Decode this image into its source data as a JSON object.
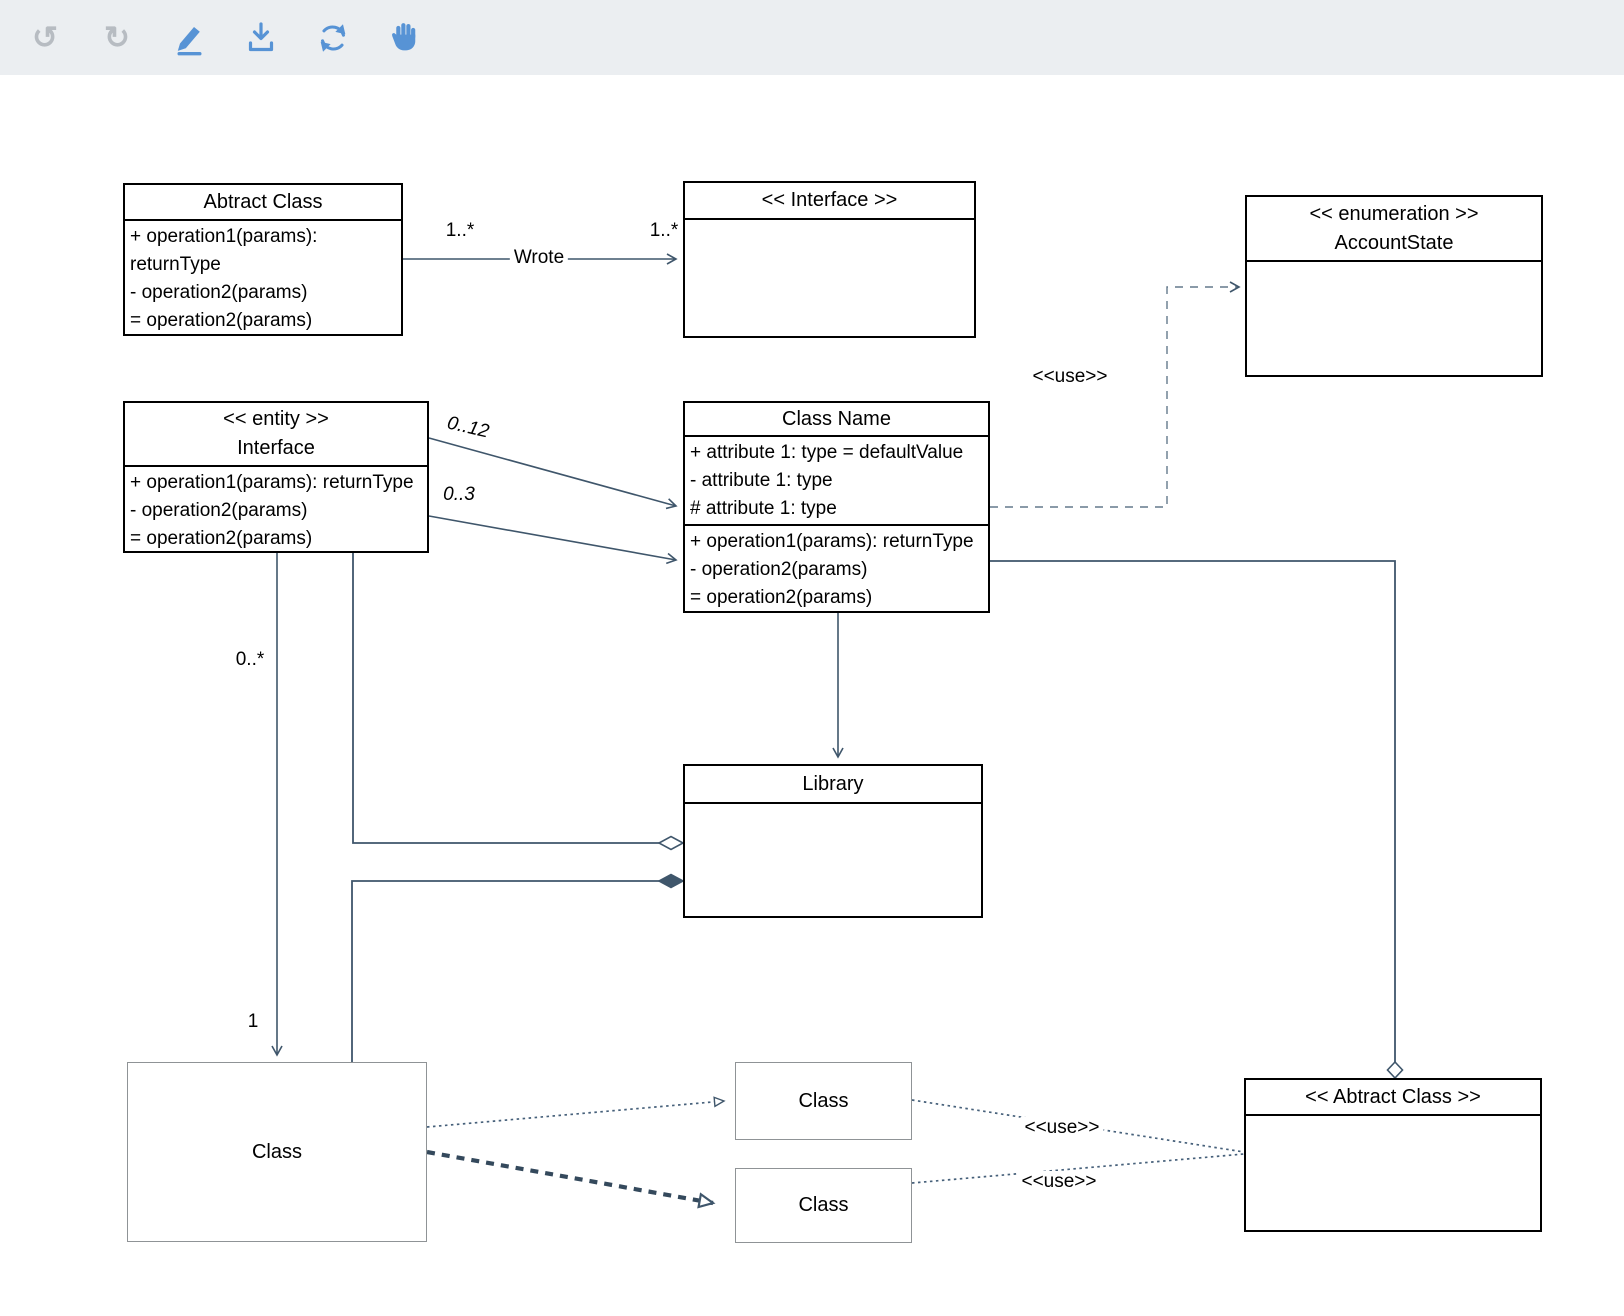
{
  "toolbar": {
    "icons": [
      {
        "name": "undo-icon"
      },
      {
        "name": "redo-icon"
      },
      {
        "name": "pencil-edit-icon"
      },
      {
        "name": "download-icon"
      },
      {
        "name": "sync-icon"
      },
      {
        "name": "hand-pan-icon"
      }
    ]
  },
  "colors": {
    "accent_blue": "#5793d5",
    "icon_gray": "#b7bcc2",
    "connector": "#3f566b",
    "toolbar_bg": "#ebeef1",
    "plain_border": "#8f9396"
  },
  "nodes": {
    "abstract_top": {
      "title": "Abtract Class",
      "ops": [
        "+ operation1(params): returnType",
        "- operation2(params)",
        "= operation2(params)"
      ]
    },
    "interface_top": {
      "title": "<< Interface >>"
    },
    "enumeration": {
      "stereotype": "<< enumeration >>",
      "title": "AccountState"
    },
    "entity_interface": {
      "stereotype": "<< entity >>",
      "title": "Interface",
      "ops": [
        "+ operation1(params): returnType",
        "- operation2(params)",
        "= operation2(params)"
      ]
    },
    "class_name": {
      "title": "Class Name",
      "attrs": [
        "+ attribute 1: type = defaultValue",
        "- attribute 1: type",
        "# attribute 1: type"
      ],
      "ops": [
        "+ operation1(params): returnType",
        "- operation2(params)",
        "= operation2(params)"
      ]
    },
    "library": {
      "title": "Library"
    },
    "class_bottom_left": {
      "title": "Class"
    },
    "class_mid_upper": {
      "title": "Class"
    },
    "class_mid_lower": {
      "title": "Class"
    },
    "abstract_bottom": {
      "title": "<< Abtract Class >>"
    }
  },
  "edge_labels": {
    "mult_left": "1..*",
    "wrote": "Wrote",
    "mult_right": "1..*",
    "use_enum": "<<use>>",
    "mult_0_12": "0..12",
    "mult_0_3": "0..3",
    "mult_0_star": "0..*",
    "mult_one": "1",
    "use_top": "<<use>>",
    "use_bottom": "<<use>>"
  }
}
